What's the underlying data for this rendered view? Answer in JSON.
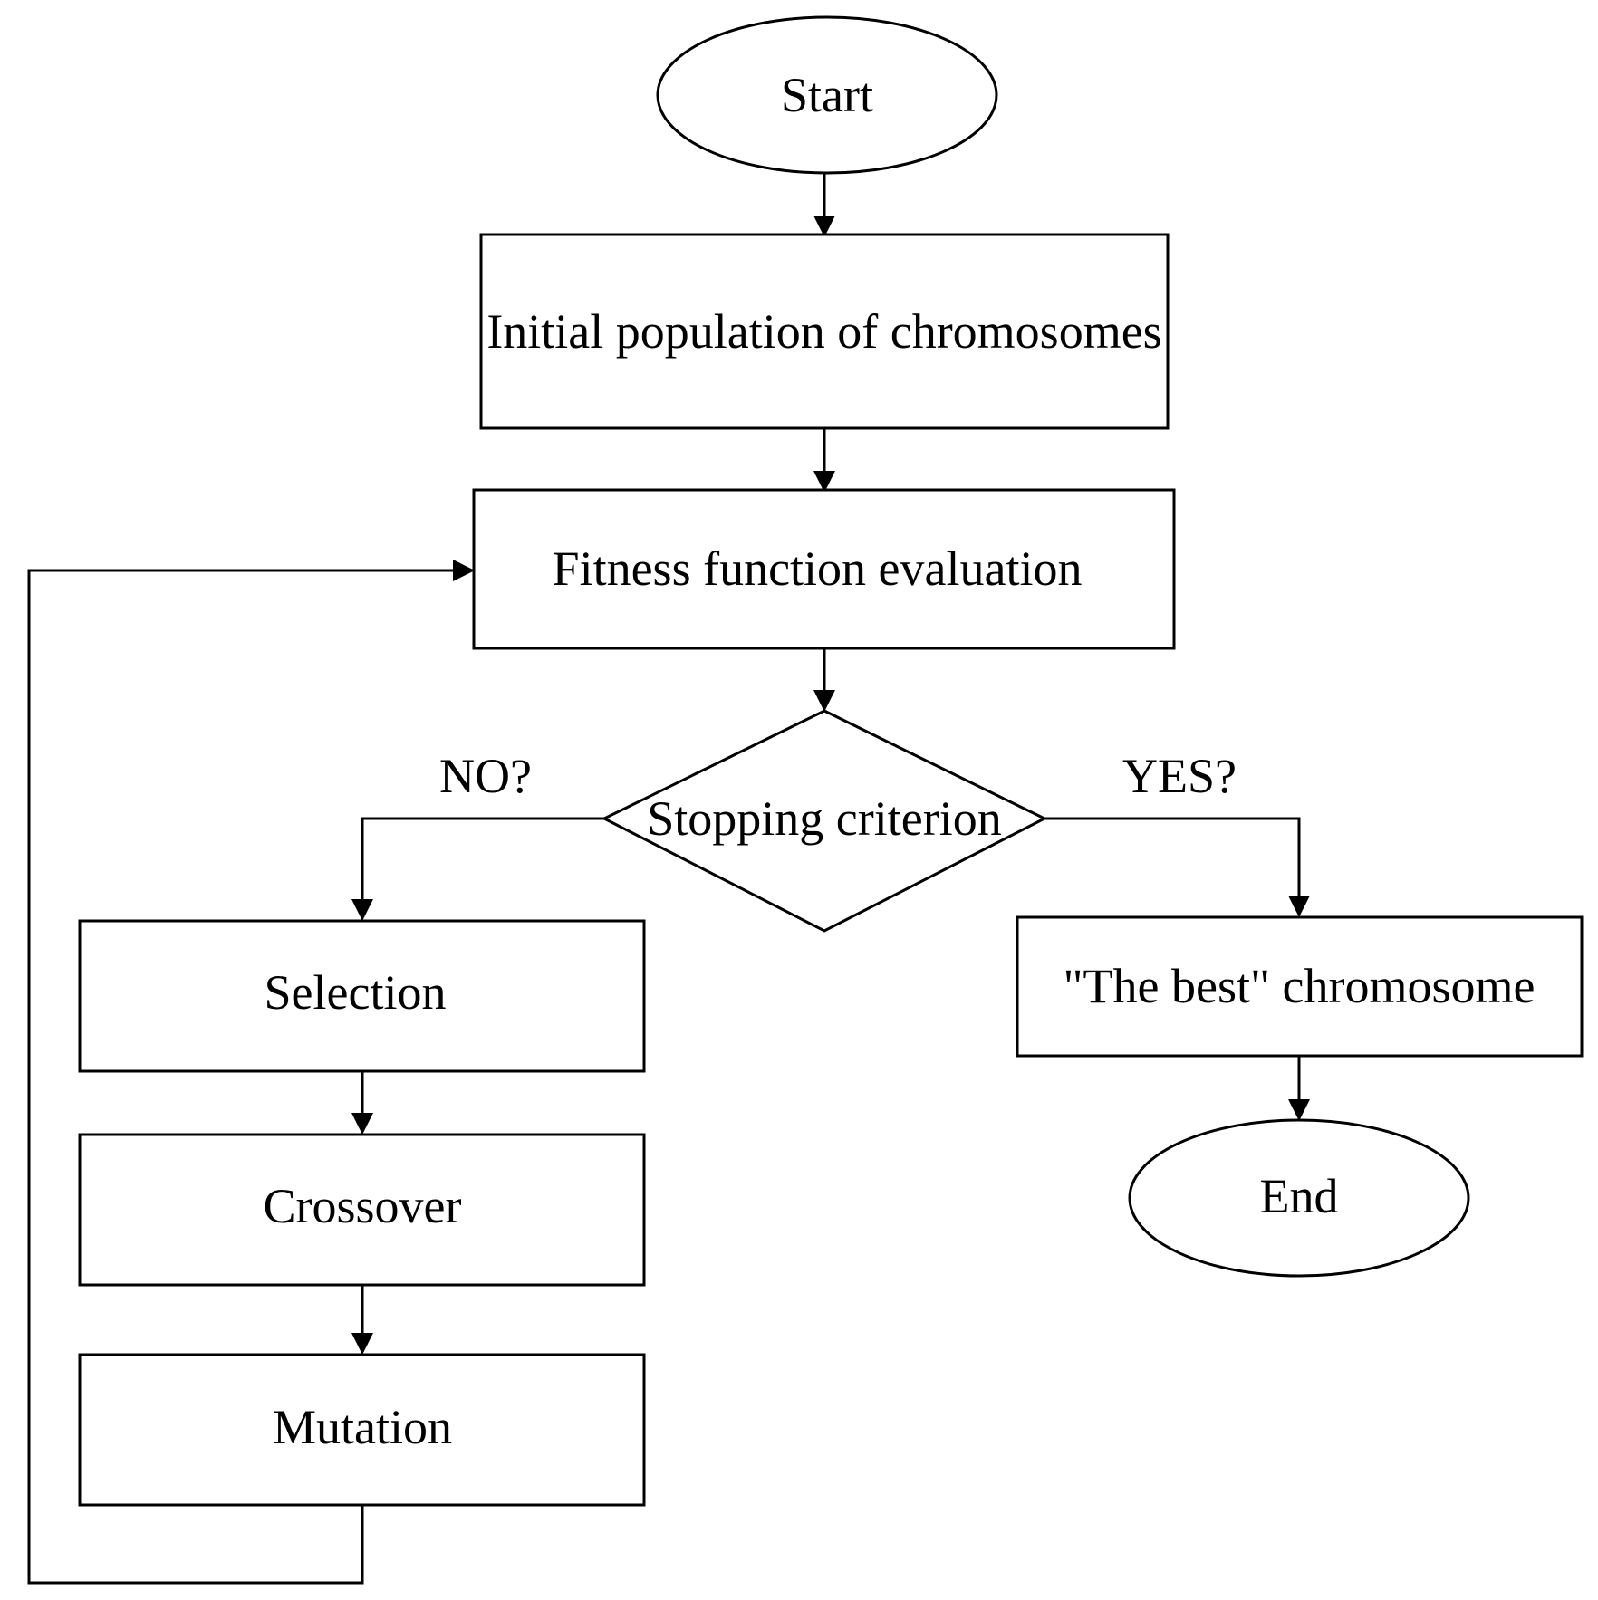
{
  "diagram": {
    "nodes": {
      "start": "Start",
      "initial_population": "Initial population of chromosomes",
      "fitness_evaluation": "Fitness function evaluation",
      "stopping_criterion": "Stopping criterion",
      "selection": "Selection",
      "crossover": "Crossover",
      "mutation": "Mutation",
      "best_chromosome": "\"The best\" chromosome",
      "end": "End"
    },
    "edges": {
      "no_label": "NO?",
      "yes_label": "YES?"
    }
  }
}
